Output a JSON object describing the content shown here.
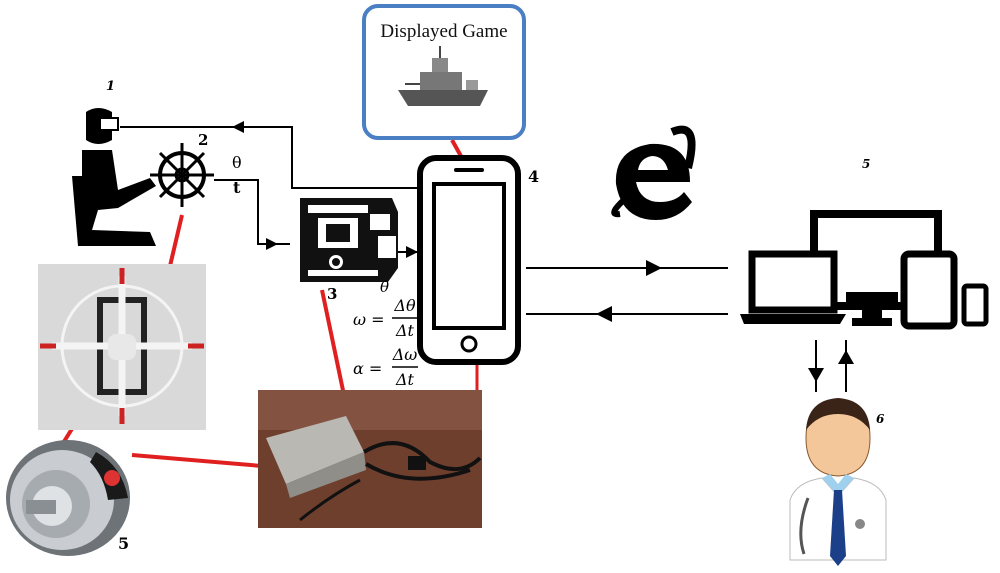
{
  "game_box": {
    "title": "Displayed Game"
  },
  "labels": {
    "user": "1",
    "wheel": "2",
    "board": "3",
    "phone": "4",
    "devices": "5",
    "encoder": "5",
    "doctor": "6"
  },
  "signals": {
    "theta": "θ",
    "t": "t",
    "board_theta": "θ"
  },
  "formulas": {
    "omega_lhs": "ω =",
    "omega_num": "Δθ",
    "omega_den": "Δt",
    "alpha_lhs": "α =",
    "alpha_num": "Δω",
    "alpha_den": "Δt"
  },
  "browser_icon": "internet-explorer-icon",
  "colors": {
    "game_border": "#4a7fc4",
    "red_link": "#e02020",
    "black": "#000000"
  }
}
